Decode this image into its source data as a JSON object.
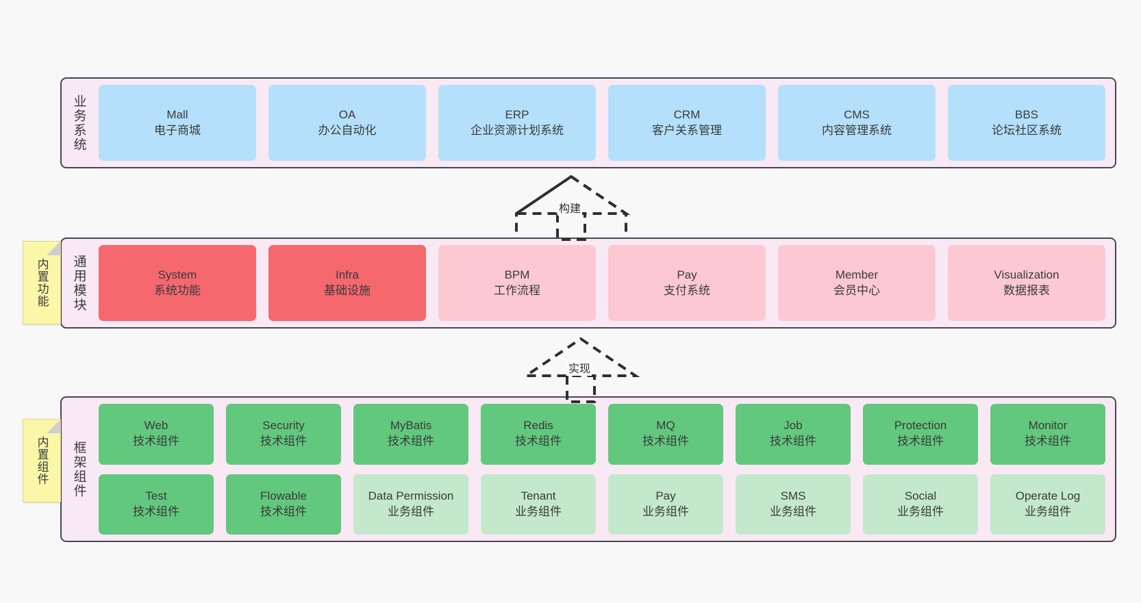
{
  "diagram": {
    "background": "#f8f8f8",
    "panel_fill": "#f9e9f4",
    "panel_border": "#4a4458",
    "colors": {
      "blue": "#b4e0fb",
      "red": "#f4686e",
      "pink": "#fcc9d2",
      "green": "#62c87e",
      "green_light": "#c4e8cb",
      "sticky_yellow": "#fbf7a8"
    }
  },
  "layers": [
    {
      "id": "business",
      "title": "业务系统",
      "rows": [
        {
          "cells": [
            {
              "en": "Mall",
              "cn": "电子商城",
              "color": "blue"
            },
            {
              "en": "OA",
              "cn": "办公自动化",
              "color": "blue"
            },
            {
              "en": "ERP",
              "cn": "企业资源计划系统",
              "color": "blue"
            },
            {
              "en": "CRM",
              "cn": "客户关系管理",
              "color": "blue"
            },
            {
              "en": "CMS",
              "cn": "内容管理系统",
              "color": "blue"
            },
            {
              "en": "BBS",
              "cn": "论坛社区系统",
              "color": "blue"
            }
          ]
        }
      ]
    },
    {
      "id": "modules",
      "title": "通用模块",
      "rows": [
        {
          "cells": [
            {
              "en": "System",
              "cn": "系统功能",
              "color": "red"
            },
            {
              "en": "Infra",
              "cn": "基础设施",
              "color": "red"
            },
            {
              "en": "BPM",
              "cn": "工作流程",
              "color": "pink"
            },
            {
              "en": "Pay",
              "cn": "支付系统",
              "color": "pink"
            },
            {
              "en": "Member",
              "cn": "会员中心",
              "color": "pink"
            },
            {
              "en": "Visualization",
              "cn": "数据报表",
              "color": "pink"
            }
          ]
        }
      ]
    },
    {
      "id": "framework",
      "title": "框架组件",
      "rows": [
        {
          "cells": [
            {
              "en": "Web",
              "cn": "技术组件",
              "color": "green"
            },
            {
              "en": "Security",
              "cn": "技术组件",
              "color": "green"
            },
            {
              "en": "MyBatis",
              "cn": "技术组件",
              "color": "green"
            },
            {
              "en": "Redis",
              "cn": "技术组件",
              "color": "green"
            },
            {
              "en": "MQ",
              "cn": "技术组件",
              "color": "green"
            },
            {
              "en": "Job",
              "cn": "技术组件",
              "color": "green"
            },
            {
              "en": "Protection",
              "cn": "技术组件",
              "color": "green"
            },
            {
              "en": "Monitor",
              "cn": "技术组件",
              "color": "green"
            }
          ]
        },
        {
          "cells": [
            {
              "en": "Test",
              "cn": "技术组件",
              "color": "green"
            },
            {
              "en": "Flowable",
              "cn": "技术组件",
              "color": "green"
            },
            {
              "en": "Data Permission",
              "cn": "业务组件",
              "color": "green_light"
            },
            {
              "en": "Tenant",
              "cn": "业务组件",
              "color": "green_light"
            },
            {
              "en": "Pay",
              "cn": "业务组件",
              "color": "green_light"
            },
            {
              "en": "SMS",
              "cn": "业务组件",
              "color": "green_light"
            },
            {
              "en": "Social",
              "cn": "业务组件",
              "color": "green_light"
            },
            {
              "en": "Operate Log",
              "cn": "业务组件",
              "color": "green_light"
            }
          ]
        }
      ]
    }
  ],
  "stickies": [
    {
      "id": "builtin-features",
      "label": "内置功能"
    },
    {
      "id": "builtin-components",
      "label": "内置组件"
    }
  ],
  "connectors": [
    {
      "id": "build",
      "label": "构建",
      "from": "通用模块",
      "to": "业务系统",
      "style": "dashed-generalization-up"
    },
    {
      "id": "impl",
      "label": "实现",
      "from": "框架组件",
      "to": "通用模块",
      "style": "dashed-generalization-up"
    }
  ]
}
